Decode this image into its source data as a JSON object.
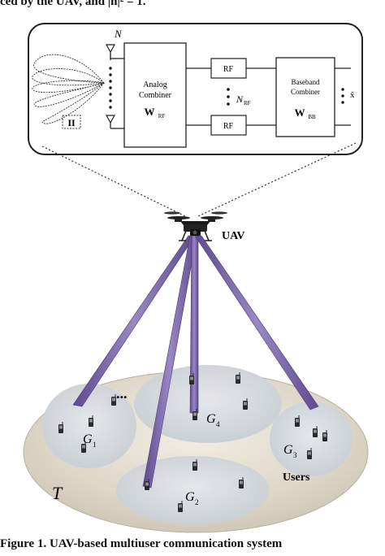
{
  "top_text": "ced by the UAV, and |n|² = 1.",
  "caption": "Figure 1. UAV-based multiuser communication system",
  "diagram": {
    "antenna_label": "N",
    "analog_title_1": "Analog",
    "analog_title_2": "Combiner",
    "analog_weight": "W",
    "analog_weight_sub": "RF",
    "rf_label_top": "RF",
    "rf_label_bottom": "RF",
    "rf_count": "N",
    "rf_count_sub": "RF",
    "baseband_title_1": "Baseband",
    "baseband_title_2": "Combiner",
    "baseband_weight": "W",
    "baseband_weight_sub": "BB",
    "output_label": "x̃",
    "beam_icon_label": "II",
    "uav_label": "UAV",
    "users_label": "Users",
    "region_label": "T",
    "ellipsis_label": "...",
    "groups": [
      {
        "symbol": "G",
        "sub": "1"
      },
      {
        "symbol": "G",
        "sub": "2"
      },
      {
        "symbol": "G",
        "sub": "3"
      },
      {
        "symbol": "G",
        "sub": "4"
      }
    ]
  }
}
